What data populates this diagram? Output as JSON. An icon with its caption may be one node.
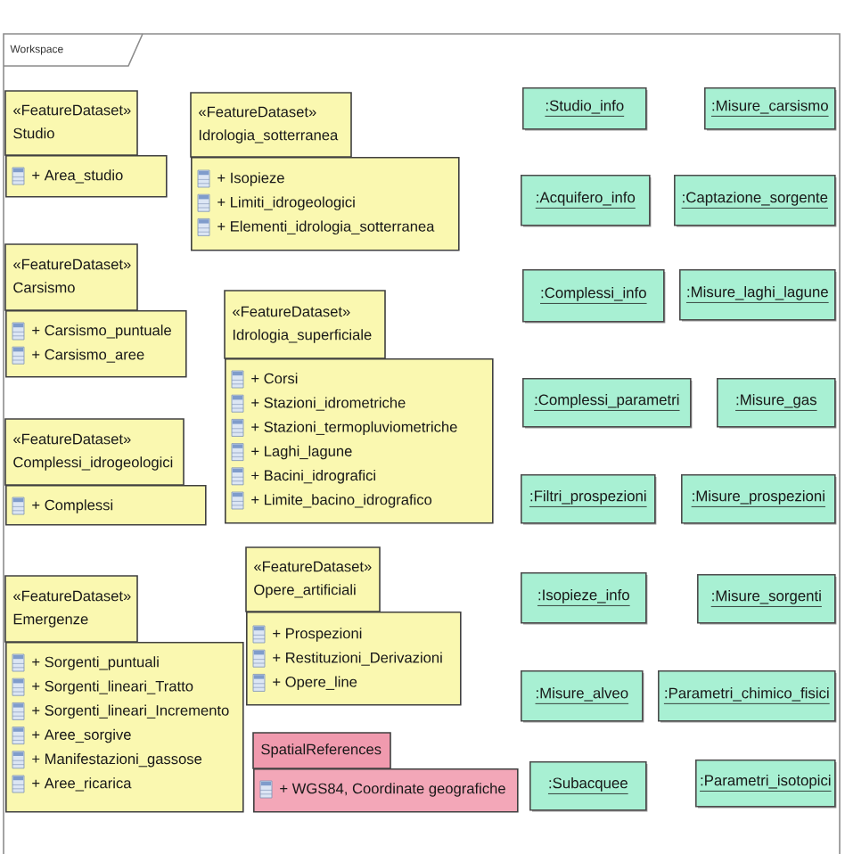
{
  "diagram": {
    "nodes": [
      {
        "text": [
          "Workspace"
        ]
      },
      {
        "text": [
          "«FeatureDataset»",
          "Studio",
          "+ Area_studio"
        ],
        "in": 0
      },
      {
        "text": [
          "«FeatureDataset»",
          "Idrologia_sotterranea",
          "+ Isopieze",
          "+ Limiti_idrogeologici",
          "+ Elementi_idrologia_sotterranea"
        ],
        "in": 0
      },
      {
        "text": [
          "«FeatureDataset»",
          "Carsismo",
          "+ Carsismo_puntuale",
          "+ Carsismo_aree"
        ],
        "in": 0
      },
      {
        "text": [
          "«FeatureDataset»",
          "Idrologia_superficiale",
          "+ Corsi",
          "+ Stazioni_idrometriche",
          "+ Stazioni_termopluviometriche",
          "+ Laghi_lagune",
          "+ Bacini_idrografici",
          "+ Limite_bacino_idrografico"
        ],
        "in": 0
      },
      {
        "text": [
          "«FeatureDataset»",
          "Complessi_idrogeologici",
          "+ Complessi"
        ],
        "in": 0
      },
      {
        "text": [
          "«FeatureDataset»",
          "Emergenze",
          "+ Sorgenti_puntuali",
          "+ Sorgenti_lineari_Tratto",
          "+ Sorgenti_lineari_Incremento",
          "+ Aree_sorgive",
          "+ Manifestazioni_gassose",
          "+ Aree_ricarica"
        ],
        "in": 0
      },
      {
        "text": [
          "«FeatureDataset»",
          "Opere_artificiali",
          "+ Prospezioni",
          "+ Restituzioni_Derivazioni",
          "+ Opere_line"
        ],
        "in": 0
      },
      {
        "text": [
          "SpatialReferences",
          "+ WGS84, Coordinate geografiche"
        ],
        "in": 0
      },
      {
        "text": [
          ":Studio_info"
        ],
        "in": 0
      },
      {
        "text": [
          ":Misure_carsismo"
        ],
        "in": 0
      },
      {
        "text": [
          ":Acquifero_info"
        ],
        "in": 0
      },
      {
        "text": [
          ":Captazione_sorgente"
        ],
        "in": 0
      },
      {
        "text": [
          ":Complessi_info"
        ],
        "in": 0
      },
      {
        "text": [
          ":Misure_laghi_lagune"
        ],
        "in": 0
      },
      {
        "text": [
          ":Complessi_parametri"
        ],
        "in": 0
      },
      {
        "text": [
          ":Misure_gas"
        ],
        "in": 0
      },
      {
        "text": [
          ":Filtri_prospezioni"
        ],
        "in": 0
      },
      {
        "text": [
          ":Misure_prospezioni"
        ],
        "in": 0
      },
      {
        "text": [
          ":Isopieze_info"
        ],
        "in": 0
      },
      {
        "text": [
          ":Misure_sorgenti"
        ],
        "in": 0
      },
      {
        "text": [
          ":Misure_alveo"
        ],
        "in": 0
      },
      {
        "text": [
          ":Parametri_chimico_fisici"
        ],
        "in": 0
      },
      {
        "text": [
          ":Subacquee"
        ],
        "in": 0
      },
      {
        "text": [
          ":Parametri_isotopici"
        ],
        "in": 0
      }
    ]
  }
}
